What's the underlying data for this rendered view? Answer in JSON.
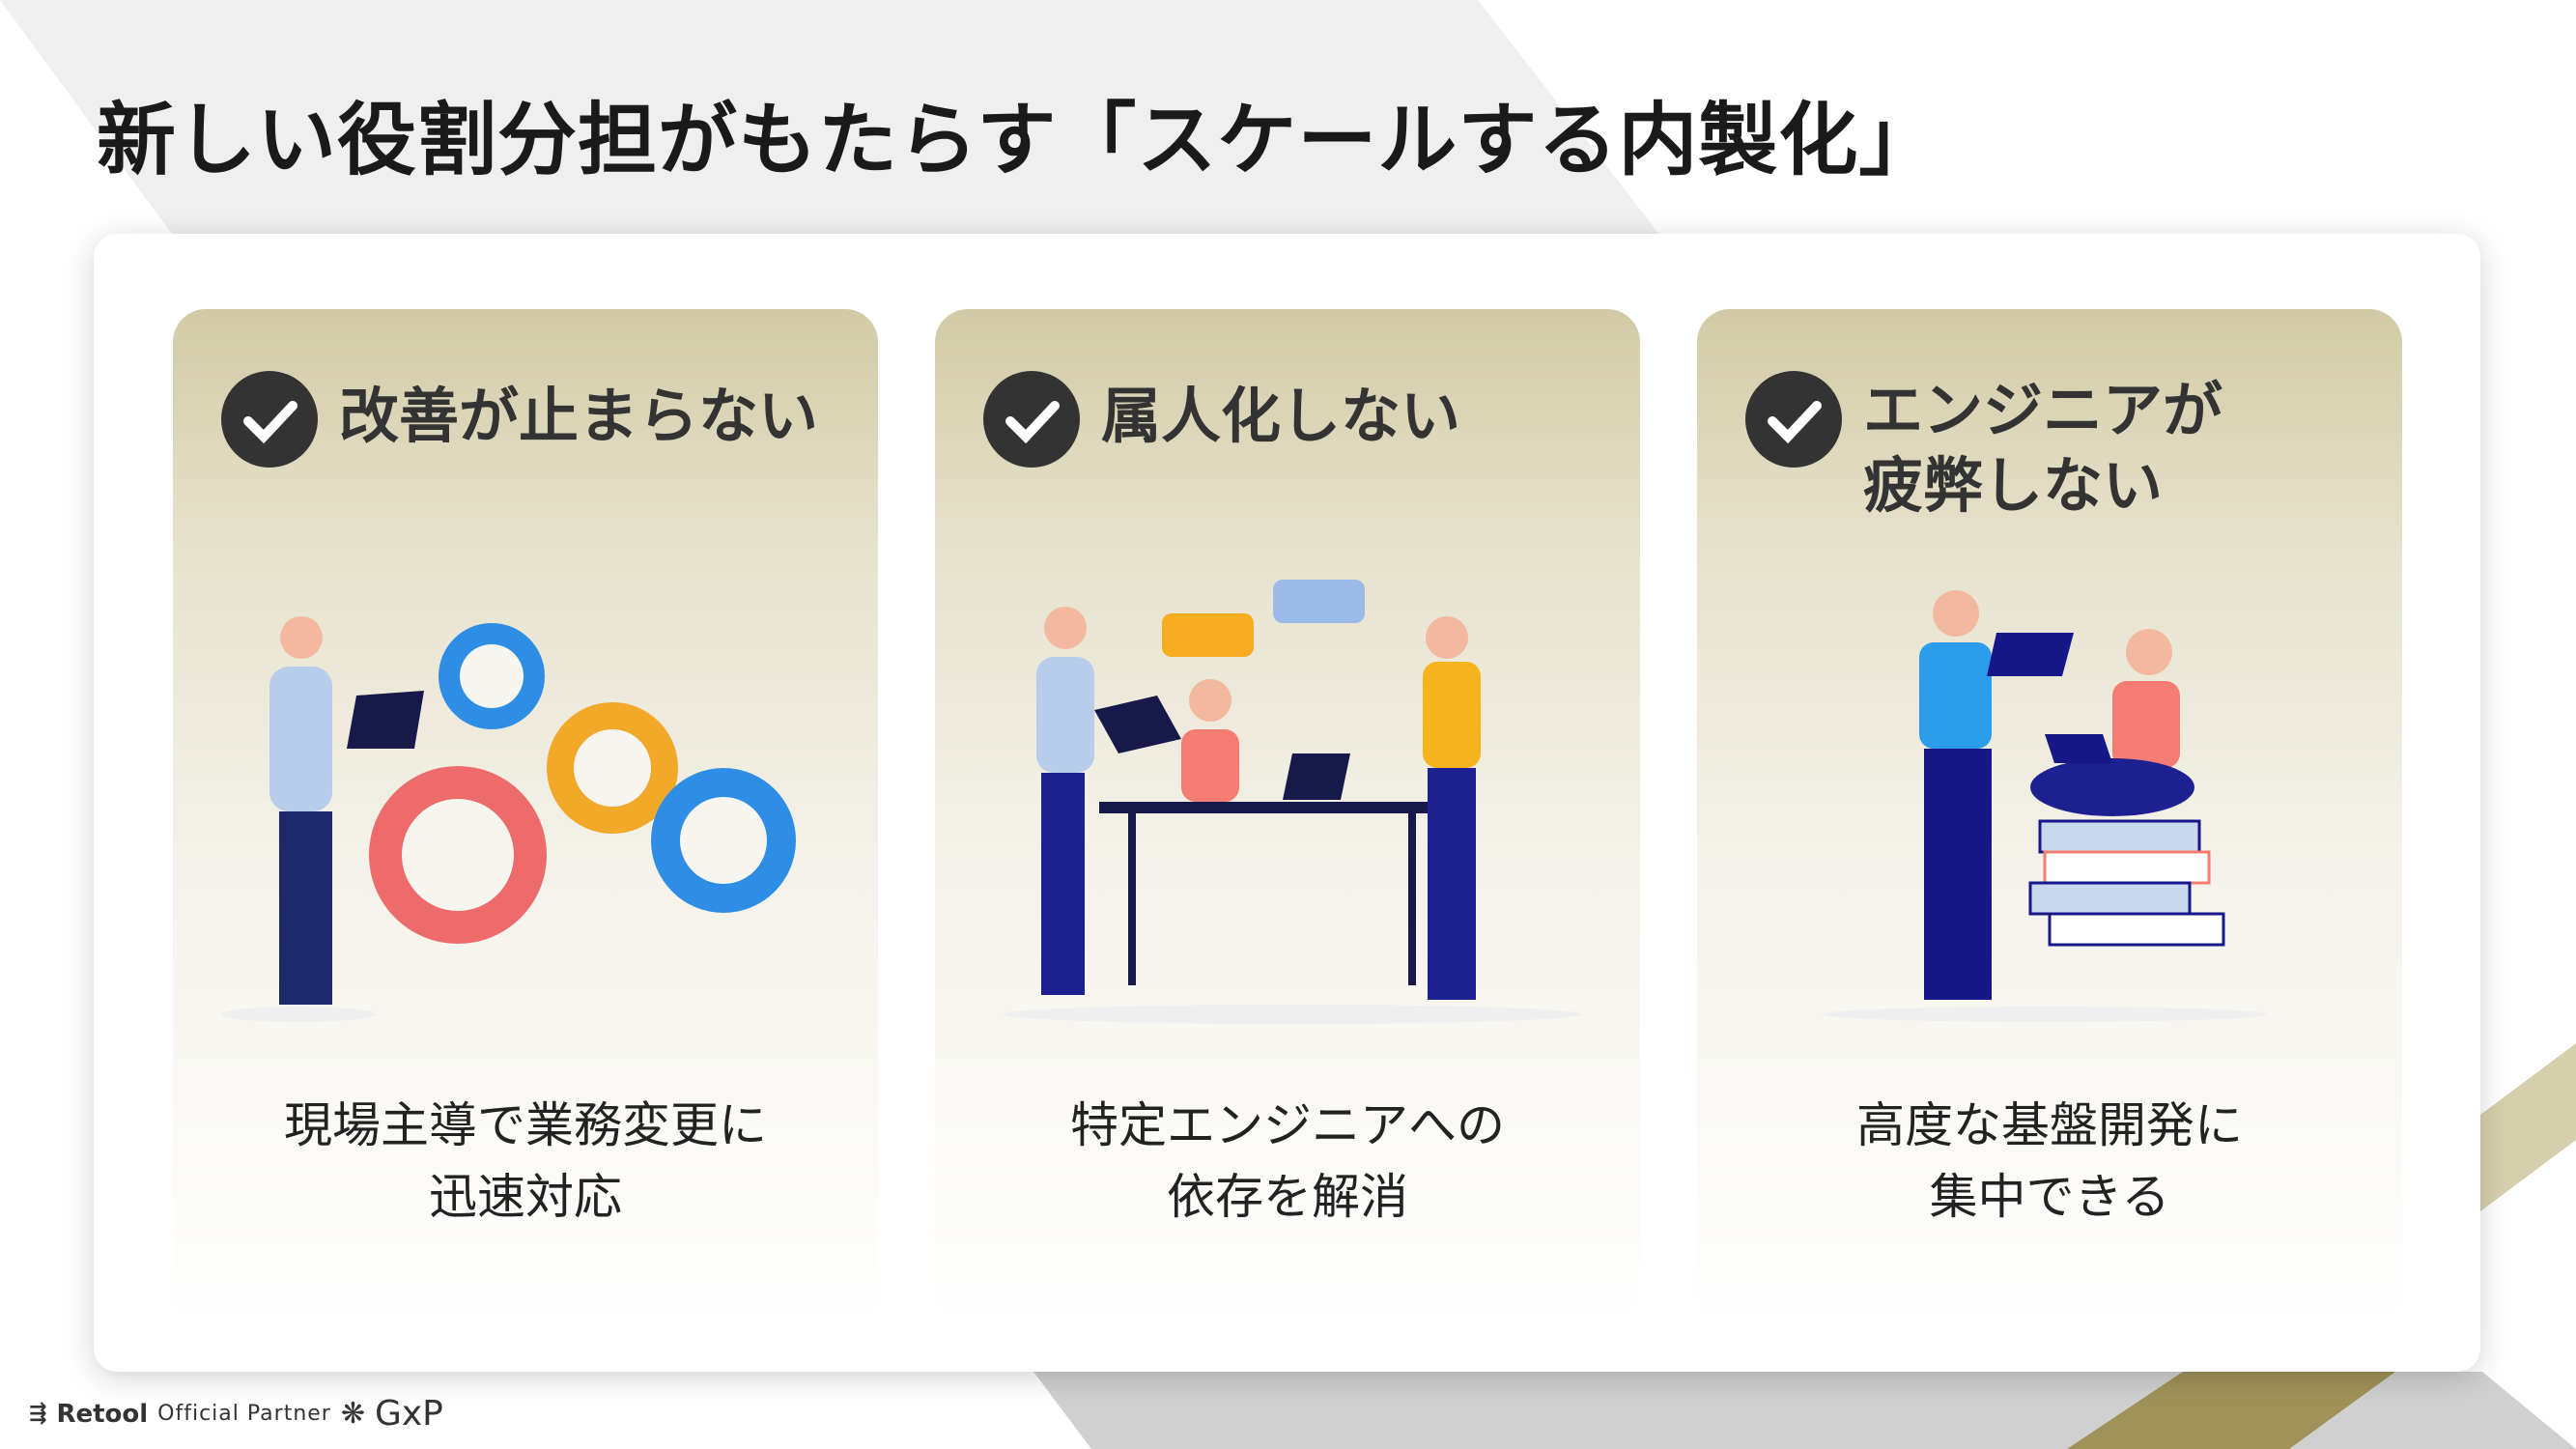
{
  "title": "新しい役割分担がもたらす「スケールする内製化」",
  "panels": [
    {
      "heading_lines": [
        "改善が止まらない"
      ],
      "desc_lines": [
        "現場主導で業務変更に",
        "迅速対応"
      ]
    },
    {
      "heading_lines": [
        "属人化しない"
      ],
      "desc_lines": [
        "特定エンジニアへの",
        "依存を解消"
      ]
    },
    {
      "heading_lines": [
        "エンジニアが",
        "疲弊しない"
      ],
      "desc_lines": [
        "高度な基盤開発に",
        "集中できる"
      ]
    }
  ],
  "footer": {
    "retool": "Retool",
    "partner": "Official Partner",
    "gxp": "GxP"
  },
  "colors": {
    "gold": "#d2caa6",
    "dark_gold": "#9e8e55",
    "check": "#333333"
  }
}
